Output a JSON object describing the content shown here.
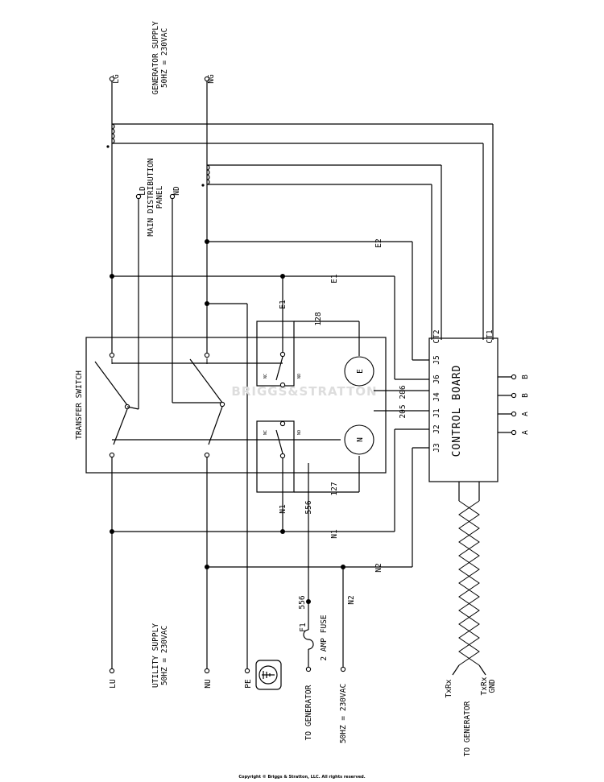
{
  "diagram": {
    "generator_supply": {
      "line1": "GENERATOR SUPPLY",
      "line2": "50HZ = 230VAC"
    },
    "utility_supply": {
      "line1": "UTILITY SUPPLY",
      "line2": "50HZ = 230VAC"
    },
    "main_panel": {
      "line1": "MAIN DISTRIBUTION",
      "line2": "PANEL"
    },
    "transfer_switch": "TRANSFER SWITCH",
    "control_board": "CONTROL BOARD",
    "watermark": "BRIGGS&STRATTON",
    "terminals": {
      "lg": "LG",
      "ng": "NG",
      "ld": "LD",
      "nd": "ND",
      "lu": "LU",
      "nu": "NU",
      "pe": "PE"
    },
    "wires": {
      "e1": "E1",
      "e2": "E2",
      "n1": "N1",
      "n2": "N2",
      "w128": "128",
      "w127": "127",
      "w556": "556",
      "w205": "205",
      "w206": "206"
    },
    "connectors": {
      "ct1": "CT1",
      "ct2": "CT2",
      "j1": "J1",
      "j2": "J2",
      "j3": "J3",
      "j4": "J4",
      "j5": "J5",
      "j6": "J6"
    },
    "rs485": {
      "a": "A",
      "b": "B"
    },
    "relay": {
      "e": "E",
      "n": "N",
      "nc": "NC",
      "no": "NO"
    },
    "fuse": {
      "name": "F1",
      "rating": "2 AMP FUSE"
    },
    "to_generator": "TO GENERATOR",
    "ac_supply": "50HZ = 230VAC",
    "txrx": "TxRx",
    "txrx_gnd_1": "TxRx",
    "txrx_gnd_2": "GND",
    "copyright": "Copyright © Briggs & Stratton, LLC. All rights reserved."
  }
}
